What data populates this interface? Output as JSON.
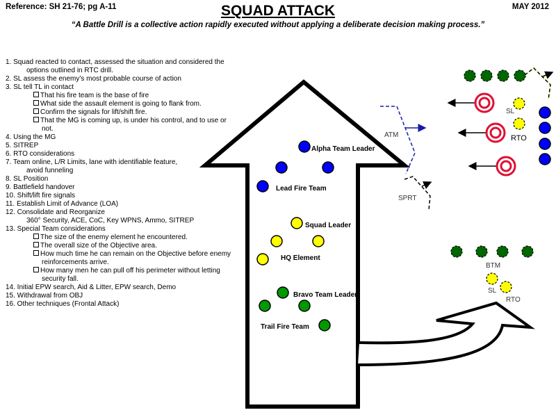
{
  "header": {
    "reference": "Reference: SH 21-76; pg A-11",
    "title": "SQUAD ATTACK",
    "date": "MAY 2012",
    "quote": "“A Battle Drill is a collective action rapidly executed without applying a deliberate decision making process.”"
  },
  "steps": [
    {
      "text": "1. Squad reacted to contact, assessed the situation and considered the",
      "cont": "options outlined in RTC drill."
    },
    {
      "text": "2. SL assess the enemy’s most probable course of action"
    },
    {
      "text": "3. SL tell TL in contact",
      "subs": [
        {
          "text": "That his fire team is the base of fire"
        },
        {
          "text": "What side the assault element is going to flank from."
        },
        {
          "text": "Confirm the signals for lift/shift fire."
        },
        {
          "text": "That the MG is coming up, is under his control, and to use or",
          "cont": "not."
        }
      ]
    },
    {
      "text": "4. Using the MG"
    },
    {
      "text": "5. SITREP"
    },
    {
      "text": "6. RTO considerations"
    },
    {
      "text": "7. Team online, L/R Limits, lane with identifiable feature,",
      "cont": "avoid funneling"
    },
    {
      "text": "8. SL Position"
    },
    {
      "text": "9. Battlefield handover"
    },
    {
      "text": "10. Shift/lift fire signals"
    },
    {
      "text": "11. Establish Limit of Advance (LOA)"
    },
    {
      "text": "12. Consolidate and Reorganize",
      "cont": "360° Security, ACE, CoC, Key WPNS, Ammo, SITREP"
    },
    {
      "text": "13. Special Team considerations",
      "subs": [
        {
          "text": "The size of the enemy element he encountered."
        },
        {
          "text": "The overall size of the Objective area."
        },
        {
          "text": "How much time he can remain on the Objective before enemy",
          "cont": "reinforcements arrive."
        },
        {
          "text": "How many men he can pull off his perimeter without letting",
          "cont": "security fall."
        }
      ]
    },
    {
      "text": "14. Initial EPW search, Aid & Litter, EPW search, Demo"
    },
    {
      "text": "15. Withdrawal from OBJ"
    },
    {
      "text": "16. Other techniques (Frontal Attack)"
    }
  ],
  "colors": {
    "alpha": "#0000ff",
    "hq": "#ffff00",
    "bravo": "#009900",
    "btm": "#006600",
    "enemy": "#dd1133",
    "atm_line": "#1a1aaa"
  },
  "formation_labels": {
    "alpha_team_leader": "Alpha Team Leader",
    "lead_fire_team": "Lead Fire Team",
    "squad_leader": "Squad Leader",
    "hq_element": "HQ Element",
    "bravo_team_leader": "Bravo Team Leader",
    "trail_fire_team": "Trail Fire Team"
  },
  "objective_labels": {
    "atm": "ATM",
    "sprt": "SPRT",
    "sl_top": "SL",
    "rto_top": "RTO",
    "btm": "BTM",
    "sl_bottom": "SL",
    "rto_bottom": "RTO"
  }
}
